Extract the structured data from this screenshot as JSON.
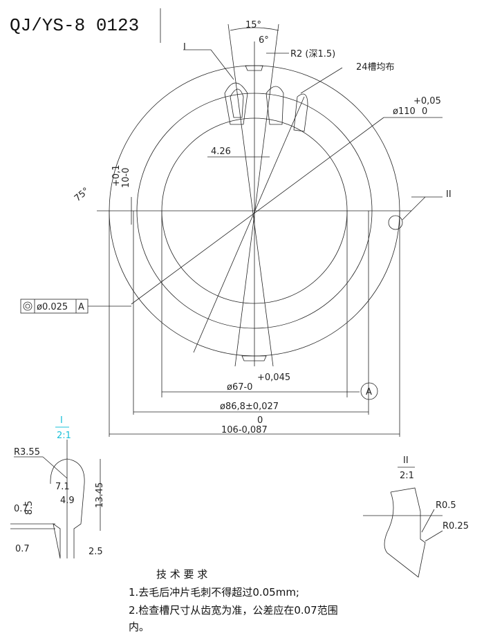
{
  "title": "QJ/YS-8 0123",
  "main_view": {
    "angle_15": "15°",
    "angle_6": "6°",
    "radius_notch": "R2 (深1.5)",
    "slot_note": "24槽均布",
    "detail_I_label": "I",
    "detail_II_label": "II",
    "outer_dia": "ø110",
    "outer_dia_tol_upper": "+0,05",
    "outer_dia_tol_lower": "0",
    "slot_width": "4.26",
    "angle_75": "75°",
    "key_tol_upper": "+0,1",
    "key_tol_lower": "10-0",
    "concentricity_value": "ø0.025",
    "concentricity_datum": "A",
    "inner_dia_tol_upper": "+0,045",
    "inner_dia": "ø67-0",
    "datum_A": "A",
    "mid_dia": "ø86,8±0,027",
    "overall_tol_upper": "0",
    "overall_dim": "106-0,087"
  },
  "detail_I": {
    "label": "I",
    "scale": "2:1",
    "r": "R3.55",
    "w1": "7.1",
    "w2": "4.9",
    "h1": "8.5",
    "h2": "13.45",
    "t1": "0.7",
    "t2": "0.7",
    "neck": "2.5"
  },
  "detail_II": {
    "label": "II",
    "scale": "2:1",
    "r1": "R0.5",
    "r2": "R0.25"
  },
  "notes": {
    "heading": "技 术 要 求",
    "items": [
      "1.去毛后冲片毛刺不得超过0.05mm;",
      "2.检查槽尺寸从齿宽为准，公差应在0.07范围",
      "内。"
    ]
  }
}
